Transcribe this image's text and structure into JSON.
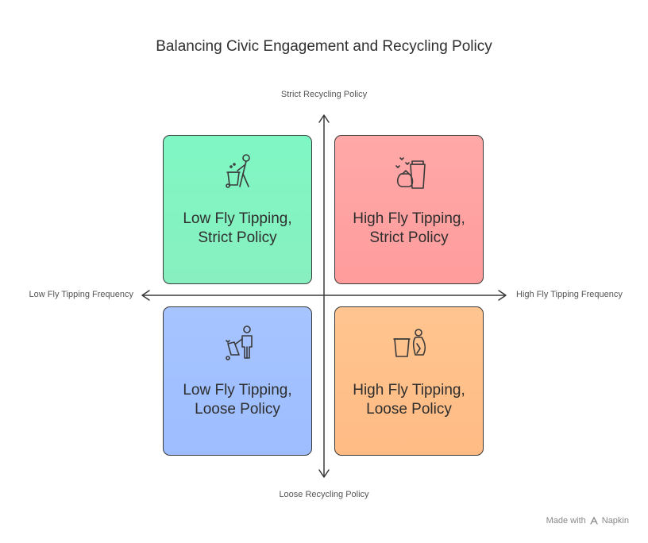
{
  "title": "Balancing Civic Engagement and Recycling Policy",
  "axes": {
    "top": "Strict Recycling Policy",
    "bottom": "Loose Recycling Policy",
    "left": "Low Fly Tipping Frequency",
    "right": "High Fly Tipping Frequency"
  },
  "quadrants": [
    {
      "line1": "Low Fly Tipping,",
      "line2": "Strict Policy",
      "icon": "person-disposing-bin-icon",
      "color": "#85f5c3"
    },
    {
      "line1": "High Fly Tipping,",
      "line2": "Strict Policy",
      "icon": "trash-bag-and-bin-icon",
      "color": "#ffa2a2"
    },
    {
      "line1": "Low Fly Tipping,",
      "line2": "Loose Policy",
      "icon": "person-with-bin-icon",
      "color": "#a1c0ff"
    },
    {
      "line1": "High Fly Tipping,",
      "line2": "Loose Policy",
      "icon": "bin-and-bag-icon",
      "color": "#ffc08a"
    }
  ],
  "footer": {
    "made_with": "Made with",
    "brand": "Napkin"
  }
}
